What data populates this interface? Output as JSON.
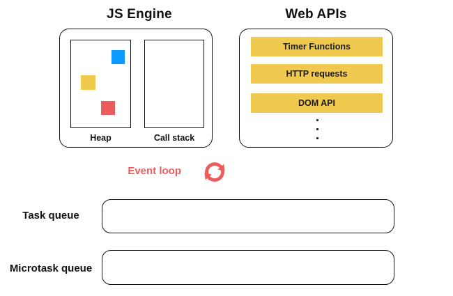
{
  "js_engine": {
    "title": "JS Engine",
    "heap": {
      "label": "Heap",
      "blocks": [
        {
          "name": "blue-block",
          "color": "#0B9BFF"
        },
        {
          "name": "yellow-block",
          "color": "#F0C94F"
        },
        {
          "name": "red-block",
          "color": "#ED5C5C"
        }
      ]
    },
    "call_stack": {
      "label": "Call stack"
    }
  },
  "web_apis": {
    "title": "Web APIs",
    "items": [
      "Timer Functions",
      "HTTP requests",
      "DOM API"
    ],
    "more_indicator": "vertical-ellipsis-icon",
    "item_background": "#F0C94F"
  },
  "event_loop": {
    "label": "Event loop",
    "icon": "refresh-cycle-icon",
    "color": "#ED5C5C"
  },
  "queues": [
    {
      "label": "Task queue"
    },
    {
      "label": "Microtask queue"
    }
  ],
  "colors": {
    "outline": "#111111",
    "background": "#FFFFFF",
    "accent_yellow": "#F0C94F",
    "accent_blue": "#0B9BFF",
    "accent_red": "#ED5C5C"
  }
}
